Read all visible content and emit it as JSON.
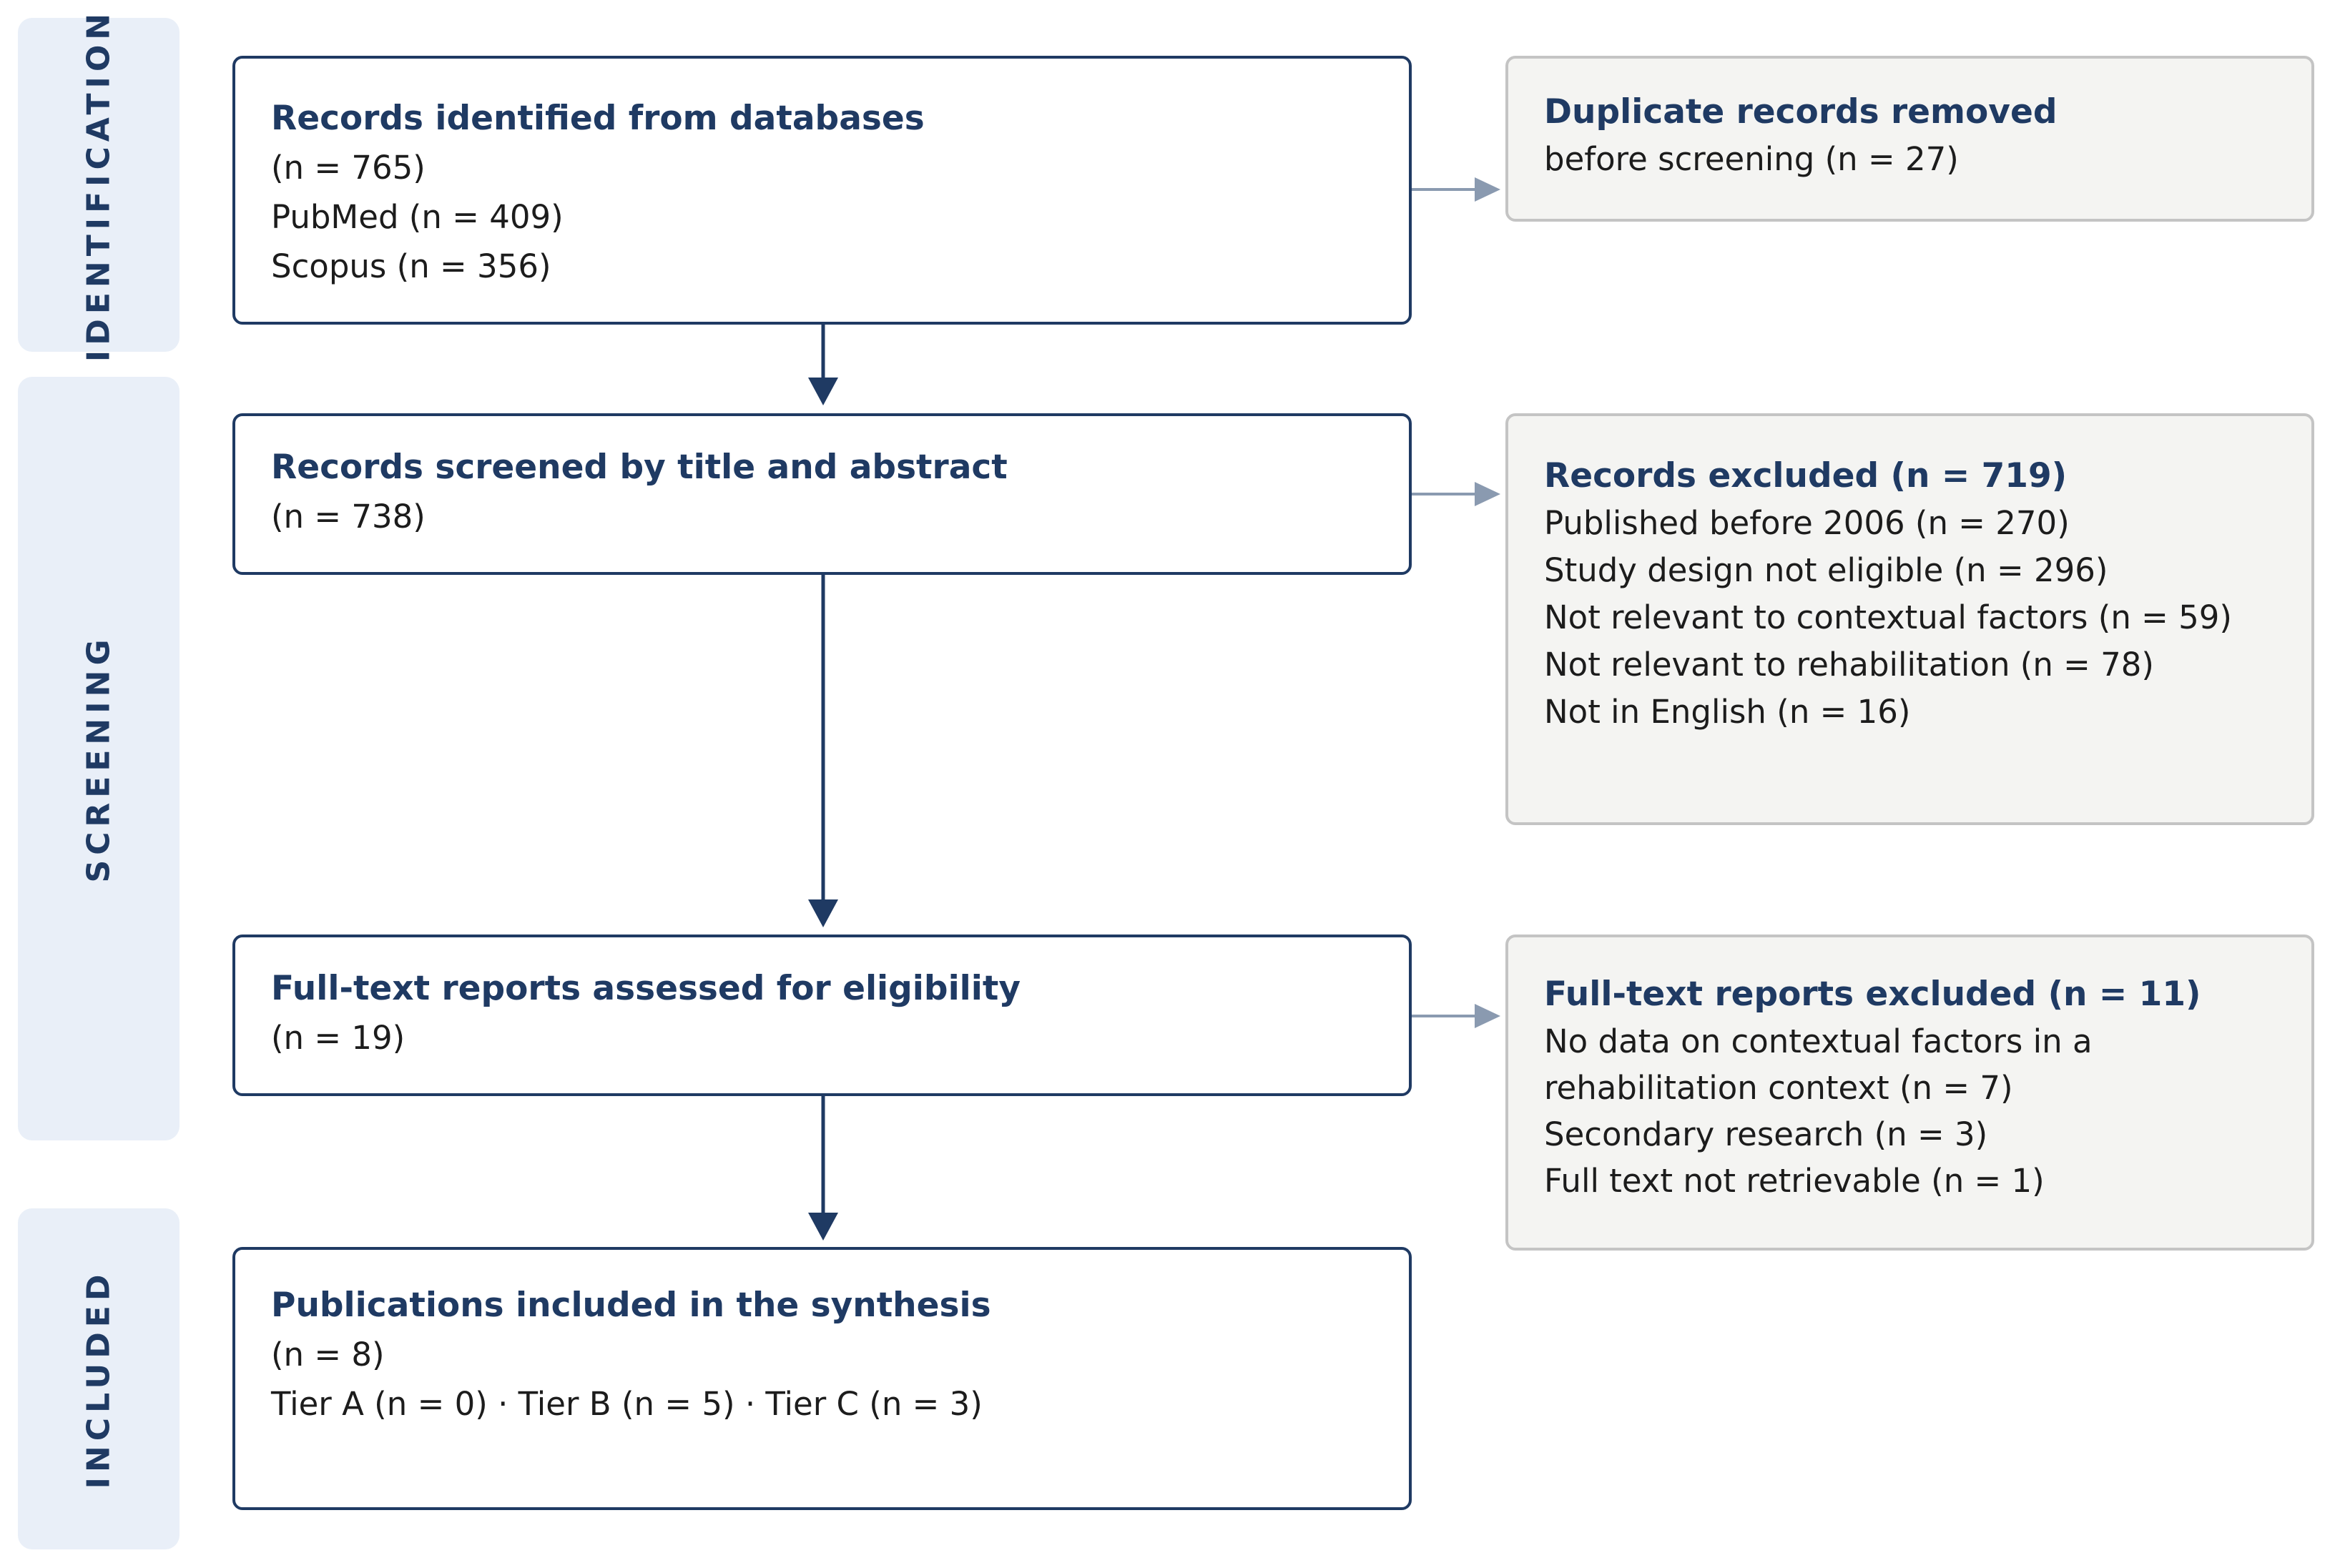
{
  "phases": {
    "identification": "IDENTIFICATION",
    "screening": "SCREENING",
    "included": "INCLUDED"
  },
  "identified": {
    "title": "Records identified from databases",
    "lines": [
      "(n = 765)",
      "PubMed (n = 409)",
      "Scopus (n = 356)"
    ]
  },
  "duplicates": {
    "title": "Duplicate records removed",
    "lines": [
      "before screening (n = 27)"
    ]
  },
  "screened": {
    "title": "Records screened by title and abstract",
    "lines": [
      "(n = 738)"
    ]
  },
  "excluded": {
    "title": "Records excluded (n = 719)",
    "lines": [
      "Published before 2006 (n = 270)",
      "Study design not eligible (n = 296)",
      "Not relevant to contextual factors (n = 59)",
      "Not relevant to rehabilitation (n = 78)",
      "Not in English (n = 16)"
    ]
  },
  "fulltext": {
    "title": "Full-text reports assessed for eligibility",
    "lines": [
      "(n = 19)"
    ]
  },
  "fulltext_excluded": {
    "title": "Full-text reports excluded (n = 11)",
    "lines": [
      "No data on contextual factors in a",
      "rehabilitation context (n = 7)",
      "Secondary research (n = 3)",
      "Full text not retrievable (n = 1)"
    ]
  },
  "included": {
    "title": "Publications included in the synthesis",
    "lines": [
      "(n = 8)",
      "Tier A (n = 0) · Tier B (n = 5) · Tier C (n = 3)"
    ]
  },
  "colors": {
    "primary": "#1f3a63",
    "side_arrow": "#8a9ab0",
    "phase_bg": "#e9eff8",
    "side_bg": "#f4f4f2",
    "side_border": "#c4c4c4"
  }
}
